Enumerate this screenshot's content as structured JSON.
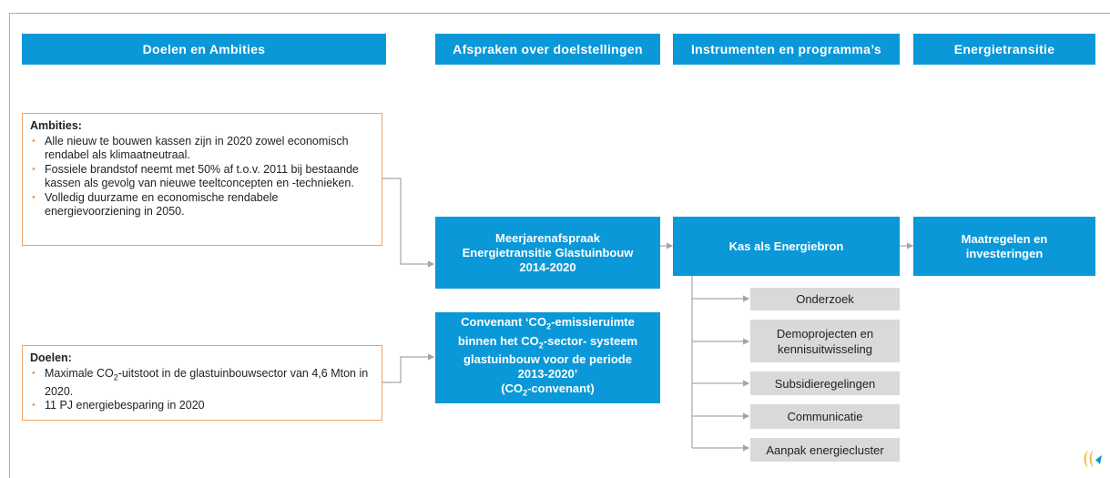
{
  "headers": {
    "col1": "Doelen en Ambities",
    "col2": "Afspraken over doelstellingen",
    "col3": "Instrumenten en programma’s",
    "col4": "Energietransitie"
  },
  "ambities": {
    "title": "Ambities:",
    "items": [
      "Alle nieuw te bouwen kassen zijn in 2020 zowel economisch rendabel als klimaatneutraal.",
      "Fossiele brandstof neemt met 50% af t.o.v. 2011 bij bestaande kassen als gevolg van nieuwe teeltconcepten en -technieken.",
      "Volledig duurzame en economische rendabele energievoorziening in 2050."
    ]
  },
  "doelen": {
    "title": "Doelen:",
    "item1_pre": "Maximale CO",
    "item1_sub": "2",
    "item1_post": "-uitstoot in de glastuinbouwsector van 4,6 Mton in 2020.",
    "item2": "11 PJ energiebesparing in 2020"
  },
  "meerjaren": {
    "line1": "Meerjarenafspraak",
    "line2": "Energietransitie Glastuinbouw",
    "line3": "2014-2020"
  },
  "convenant": {
    "l1_pre": "Convenant ‘CO",
    "l1_sub": "2",
    "l1_post": "-emissieruimte",
    "l2_pre": "binnen het CO",
    "l2_sub": "2",
    "l2_post": "-sector- systeem",
    "l3": "glastuinbouw voor de periode",
    "l4": "2013-2020’",
    "l5_pre": "(CO",
    "l5_sub": "2",
    "l5_post": "-convenant)"
  },
  "kas": "Kas als Energiebron",
  "maatregelen": {
    "line1": "Maatregelen en",
    "line2": "investeringen"
  },
  "instrumenten": [
    "Onderzoek",
    "Demoprojecten en kennisuitwisseling",
    "Subsidieregelingen",
    "Communicatie",
    "Aanpak energiecluster"
  ],
  "colors": {
    "blue": "#0a98d8",
    "orange": "#f0a060",
    "grey": "#d9d9d9",
    "connector": "#a6a6a6"
  }
}
